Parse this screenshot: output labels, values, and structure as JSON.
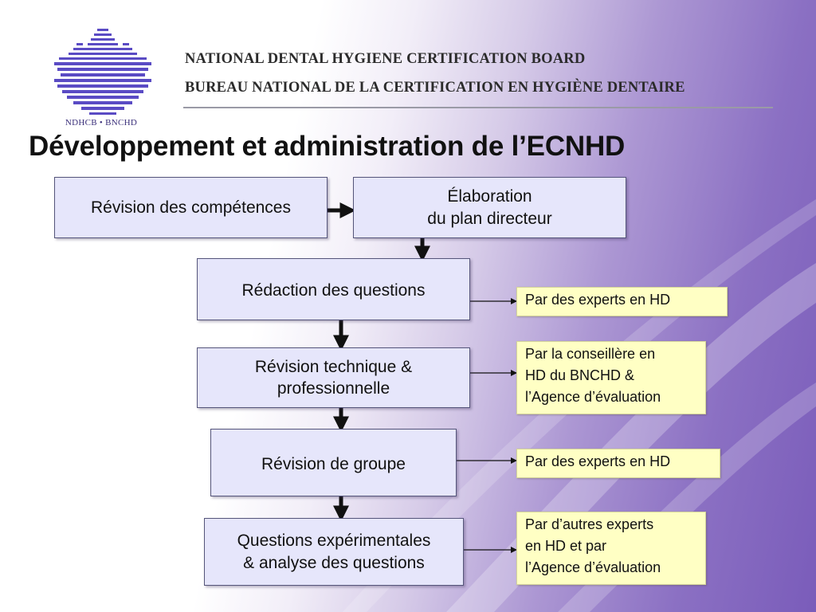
{
  "header": {
    "logo_caption": "NDHCB • BNCHD",
    "org_name_en": "NATIONAL DENTAL HYGIENE CERTIFICATION BOARD",
    "org_name_fr": "BUREAU NATIONAL DE LA CERTIFICATION EN HYGIÈNE DENTAIRE"
  },
  "title": "Développement et administration de l’ECNHD",
  "steps": {
    "competences": "Révision des compétences",
    "plan": [
      "Élaboration",
      "du plan directeur"
    ],
    "redaction": "Rédaction des questions",
    "technique": [
      "Révision technique &",
      "professionnelle"
    ],
    "groupe": "Révision de groupe",
    "experimentales": [
      "Questions expérimentales",
      "& analyse des questions"
    ]
  },
  "notes": {
    "redaction": "Par des experts en HD",
    "technique": [
      "Par la conseillère en",
      "HD du BNCHD &",
      "l’Agence d’évaluation"
    ],
    "groupe": "Par des experts en HD",
    "experimentales": [
      "Par d’autres experts",
      "en HD et par",
      "l’Agence d’évaluation"
    ]
  },
  "colors": {
    "box_fill": "#e6e6fb",
    "note_fill": "#ffffc4",
    "logo": "#5a4bc4",
    "accent_background": "#7a5cba"
  }
}
